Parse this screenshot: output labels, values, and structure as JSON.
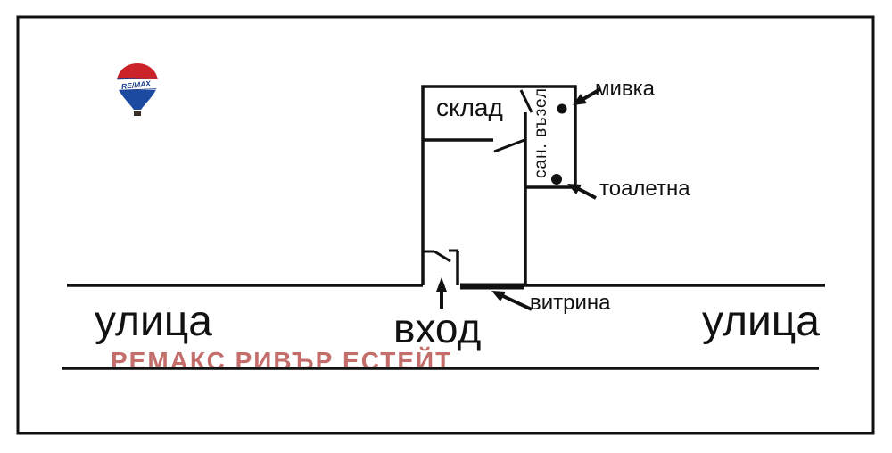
{
  "page": {
    "background": "#ffffff",
    "ink": "#111111",
    "description_labels_language": "bg"
  },
  "logo": {
    "brand": "RE/MAX",
    "red": "#cc2229",
    "blue": "#1c4aa0",
    "band": "#ffffff",
    "basket": "#3a2f23",
    "text_color": "#1c3f8f"
  },
  "plan": {
    "storage_label": "склад",
    "san_unit_label": "сан. възел",
    "sink_label": "мивка",
    "toilet_label": "тоалетна",
    "shop_window_label": "витрина",
    "entrance_label": "вход",
    "street_left_label": "улица",
    "street_right_label": "улица"
  },
  "watermark": {
    "text": "РЕМАКС РИВЪР ЕСТЕЙТ",
    "color": "#c46e6c"
  }
}
